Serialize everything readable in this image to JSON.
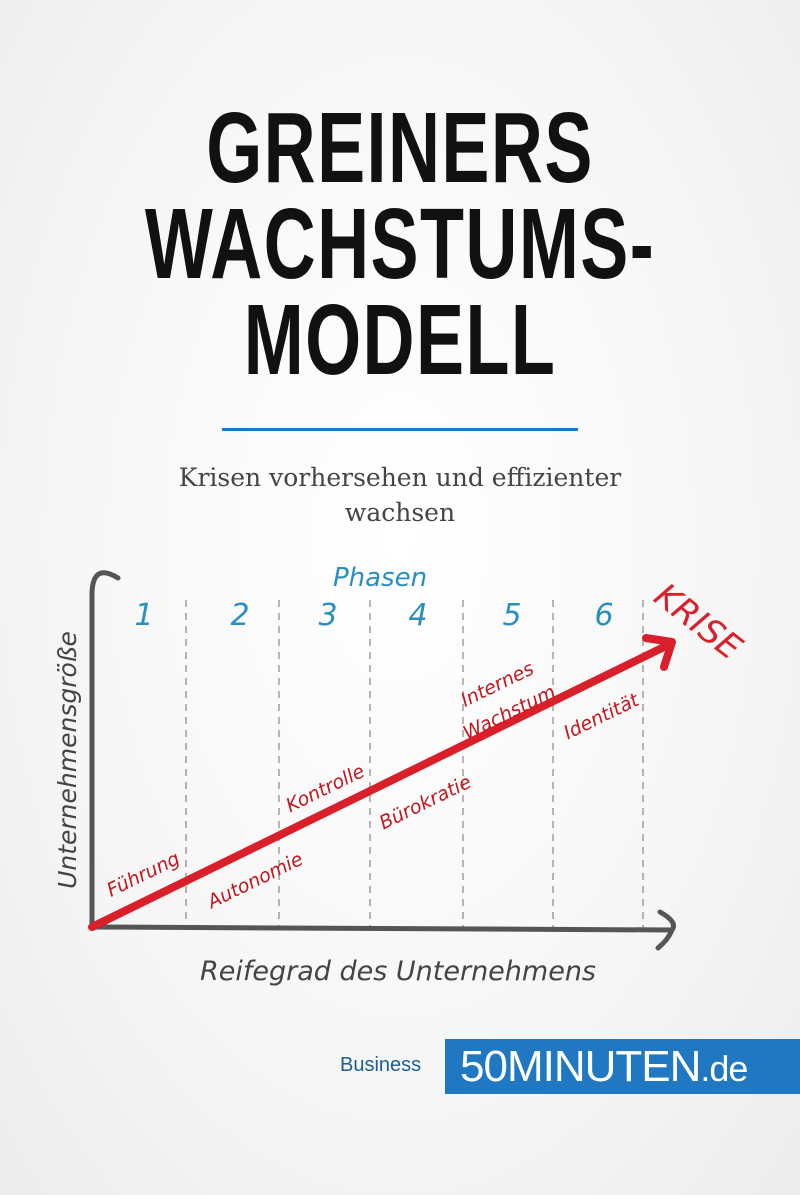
{
  "title": {
    "line1": "GREINERS",
    "line2": "WACHSTUMS-",
    "line3": "MODELL"
  },
  "subtitle": {
    "line1": "Krisen vorhersehen und effizienter",
    "line2": "wachsen"
  },
  "diagram": {
    "phases_label": "Phasen",
    "phases": [
      "1",
      "2",
      "3",
      "4",
      "5",
      "6"
    ],
    "crisis_label": "KRISE",
    "y_axis_label": "Unternehmensgröße",
    "x_axis_label": "Reifegrad des Unternehmens",
    "stages": [
      "Führung",
      "Autonomie",
      "Kontrolle",
      "Bürokratie",
      "Internes",
      "Wachstum",
      "Identität"
    ],
    "colors": {
      "phase": "#2a8fc0",
      "red": "#d9202a",
      "axis": "#555555"
    }
  },
  "footer": {
    "category": "Business",
    "brand": "50MINUTEN",
    "brand_suffix": ".de",
    "brand_color": "#1f78c1"
  }
}
